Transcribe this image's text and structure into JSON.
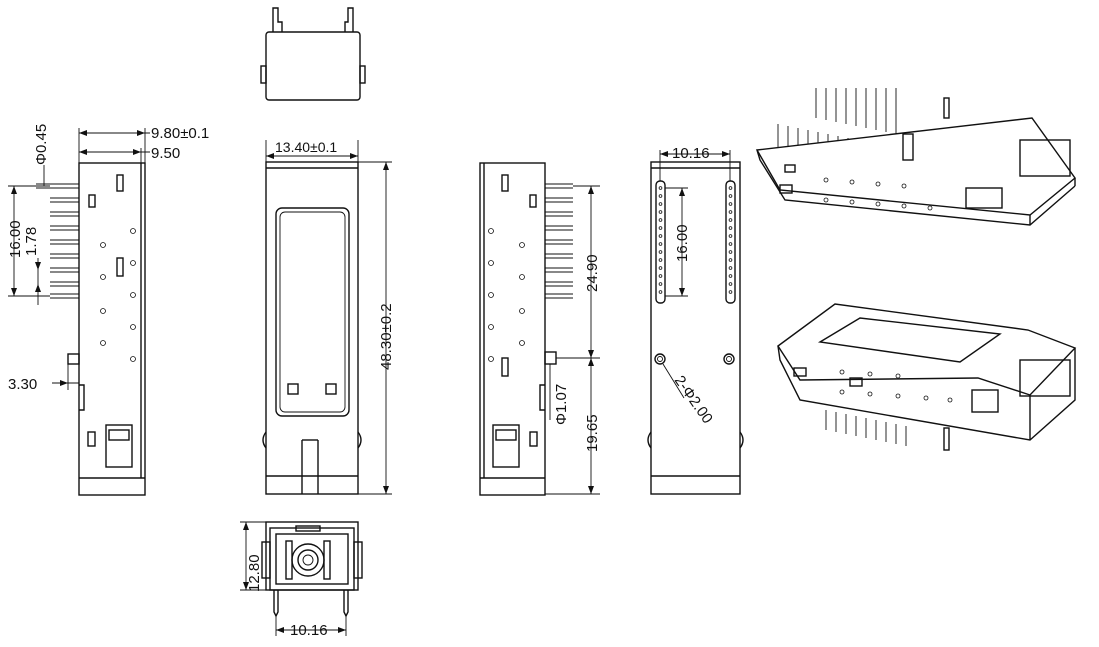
{
  "drawing": {
    "dims": {
      "d_0_45": "Φ0.45",
      "d_9_80": "9.80±0.1",
      "d_9_50": "9.50",
      "d_16_00_left": "16.00",
      "d_1_78": "1.78",
      "d_3_30": "3.30",
      "d_13_40": "13.40±0.1",
      "d_48_30": "48.30±0.2",
      "d_24_90": "24.90",
      "d_1_07": "Φ1.07",
      "d_19_65": "19.65",
      "d_10_16_top": "10.16",
      "d_16_00_right": "16.00",
      "d_2_phi2": "2-Φ2.00",
      "d_12_80": "12.80",
      "d_10_16_bottom": "10.16"
    }
  }
}
